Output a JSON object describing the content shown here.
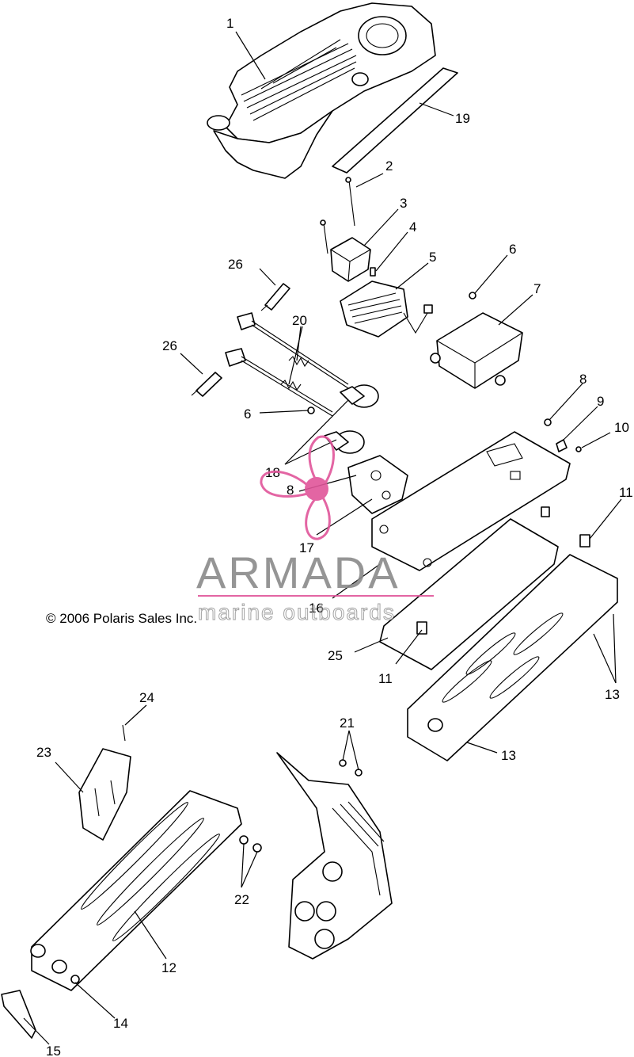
{
  "copyright": "© 2006 Polaris Sales Inc.",
  "watermark": {
    "brand": "ARMADA",
    "tagline": "marine outboards",
    "accent_color": "#e0559a",
    "text_color": "#8a8a8a"
  },
  "callouts": {
    "c1": "1",
    "c2": "2",
    "c3": "3",
    "c4": "4",
    "c5": "5",
    "c6a": "6",
    "c6b": "6",
    "c7": "7",
    "c8a": "8",
    "c8b": "8",
    "c9": "9",
    "c10": "10",
    "c11a": "11",
    "c11b": "11",
    "c12": "12",
    "c13a": "13",
    "c13b": "13",
    "c14": "14",
    "c15": "15",
    "c16": "16",
    "c17": "17",
    "c18": "18",
    "c19": "19",
    "c20": "20",
    "c21": "21",
    "c22": "22",
    "c23": "23",
    "c24": "24",
    "c25": "25",
    "c26a": "26",
    "c26b": "26"
  }
}
